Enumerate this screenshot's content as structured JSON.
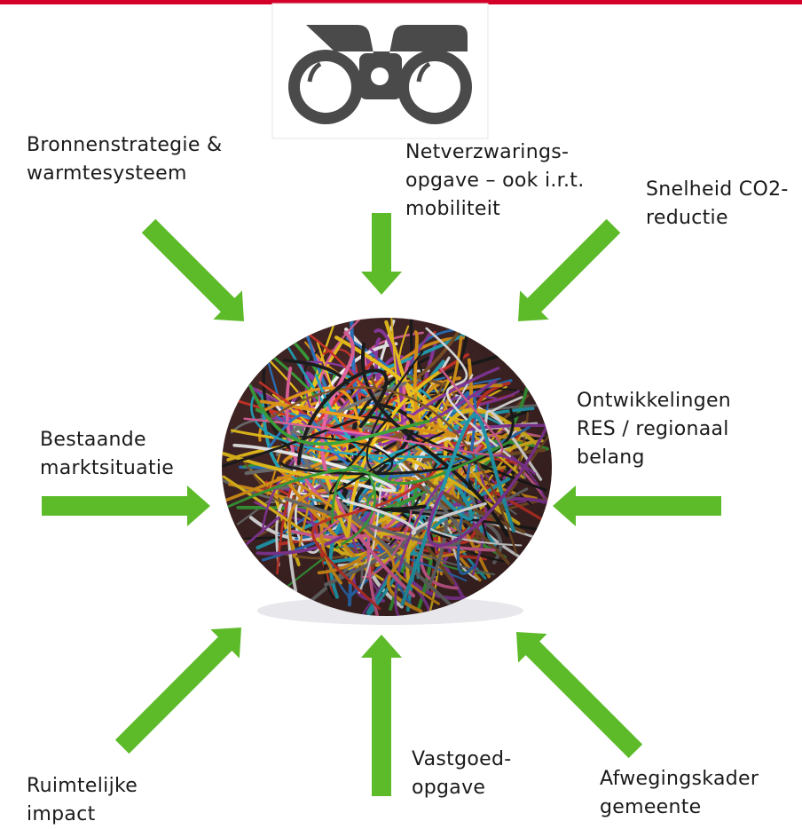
{
  "labels": {
    "bronnen": "Bronnenstrategie &\nwarmtesysteem",
    "netverzwaring": "Netverzwarings-\nopgave – ook i.r.t.\nmobiliteit",
    "snelheid": "Snelheid CO2-\nreductie",
    "bestaande": "Bestaande\nmarktsituatie",
    "ontwikkelingen": "Ontwikkelingen\nRES / regionaal\nbelang",
    "ruimtelijke": "Ruimtelijke\nimpact",
    "vastgoed": "Vastgoed-\nopgave",
    "afweging": "Afwegingskader\ngemeente"
  },
  "colors": {
    "arrow": "#5dbb2a",
    "accent_bar": "#d4002a",
    "binoculars": "#4a4a4a",
    "wire_palette": [
      "#e03a2c",
      "#f2a31b",
      "#2f7fd1",
      "#3fae3f",
      "#f06aa8",
      "#8a5a2b",
      "#ffd21f",
      "#7a7a7a",
      "#9b3fb0",
      "#ffffff",
      "#1f1f1f",
      "#27b3c9"
    ]
  },
  "icons": {
    "top": "binoculars-icon",
    "center": "tangled-wires-ball-image"
  }
}
